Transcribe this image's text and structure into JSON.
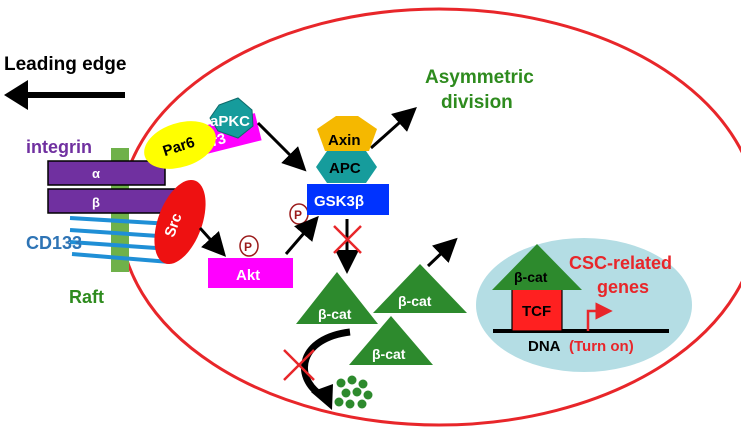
{
  "labels": {
    "leading_edge": "Leading edge",
    "integrin": "integrin",
    "alpha": "α",
    "beta": "β",
    "cd133": "CD133",
    "raft": "Raft",
    "par6": "Par6",
    "apkc": "aPKC",
    "par3": "Par3",
    "src": "Src",
    "akt": "Akt",
    "phospho": "P",
    "axin": "Axin",
    "apc": "APC",
    "gsk3b": "GSK3β",
    "asymmetric_line1": "Asymmetric",
    "asymmetric_line2": "division",
    "bcat": "β-cat",
    "tcf": "TCF",
    "csc_line1": "CSC-related",
    "csc_line2": "genes",
    "dna": "DNA",
    "turn_on": "(Turn on)"
  },
  "colors": {
    "cell_outline": "#e8262a",
    "green_text": "#2e8b1e",
    "purple": "#7030a0",
    "blue_text": "#2e74b5",
    "cd133_blue": "#1f8fd6",
    "raft_green": "#6fb14a",
    "yellow": "#ffff00",
    "teal": "#169c9c",
    "magenta": "#ff00ff",
    "red": "#ee1111",
    "axin_gold": "#f5b800",
    "gsk_blue": "#0033ff",
    "triangle_green": "#2d8a2d",
    "nucleus_fill": "#b4dde4",
    "tcf_red": "#ff2020",
    "phospho_brown": "#9b1b1b"
  }
}
